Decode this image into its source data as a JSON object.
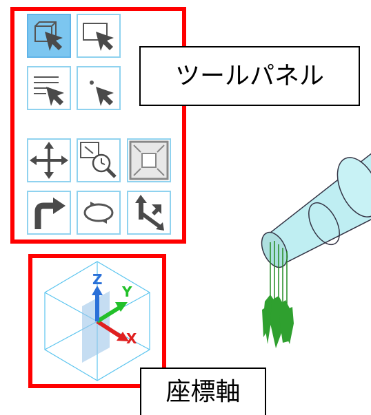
{
  "callouts": {
    "tool_panel": "ツールパネル",
    "axis": "座標軸"
  },
  "axis_labels": {
    "x": "X",
    "y": "Y",
    "z": "Z"
  },
  "tool_panel": {
    "buttons": [
      {
        "icon": "select-box-3d-icon",
        "active": true
      },
      {
        "icon": "select-box-icon",
        "active": false
      },
      {
        "icon": "select-list-icon",
        "active": false
      },
      {
        "icon": "select-point-icon",
        "active": false
      },
      {
        "icon": "pan-icon",
        "active": false
      },
      {
        "icon": "zoom-area-icon",
        "active": false
      },
      {
        "icon": "zoom-fit-icon",
        "active": false
      },
      {
        "icon": "turn-arrow-icon",
        "active": false
      },
      {
        "icon": "rotate-icon",
        "active": false
      },
      {
        "icon": "axis-swap-icon",
        "active": false
      }
    ]
  },
  "colors": {
    "highlight_frame": "#ff0000",
    "button_border": "#8fd2ef",
    "button_active": "#7cc6f0",
    "model_fill": "#bfeef2",
    "axis_x": "#e02020",
    "axis_y": "#22c02a",
    "axis_z": "#2a70d8"
  }
}
